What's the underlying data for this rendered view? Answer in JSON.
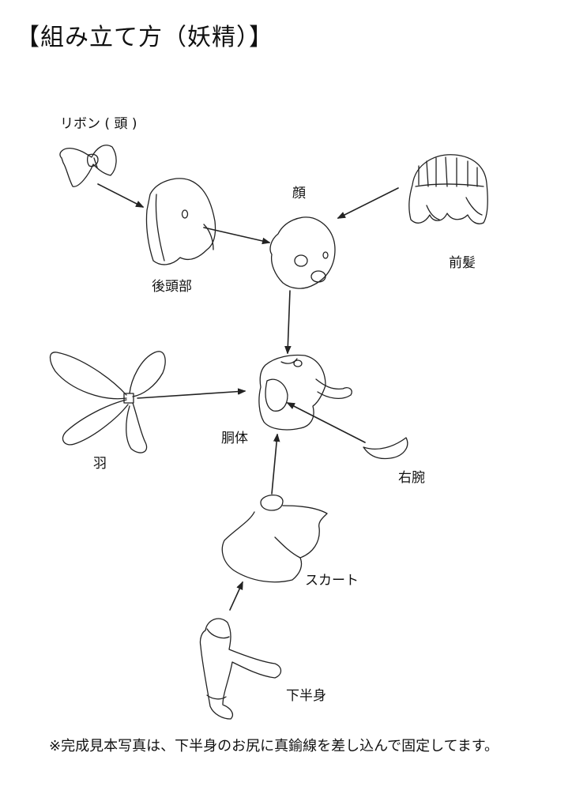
{
  "title": "【組み立て方（妖精）】",
  "labels": {
    "ribbon": "リボン ( 頭 )",
    "face": "顔",
    "back_head": "後頭部",
    "bangs": "前髪",
    "wings": "羽",
    "torso": "胴体",
    "right_arm": "右腕",
    "skirt": "スカート",
    "lower_body": "下半身"
  },
  "note": "※完成見本写真は、下半身のお尻に真鍮線を差し込んで固定してます。"
}
